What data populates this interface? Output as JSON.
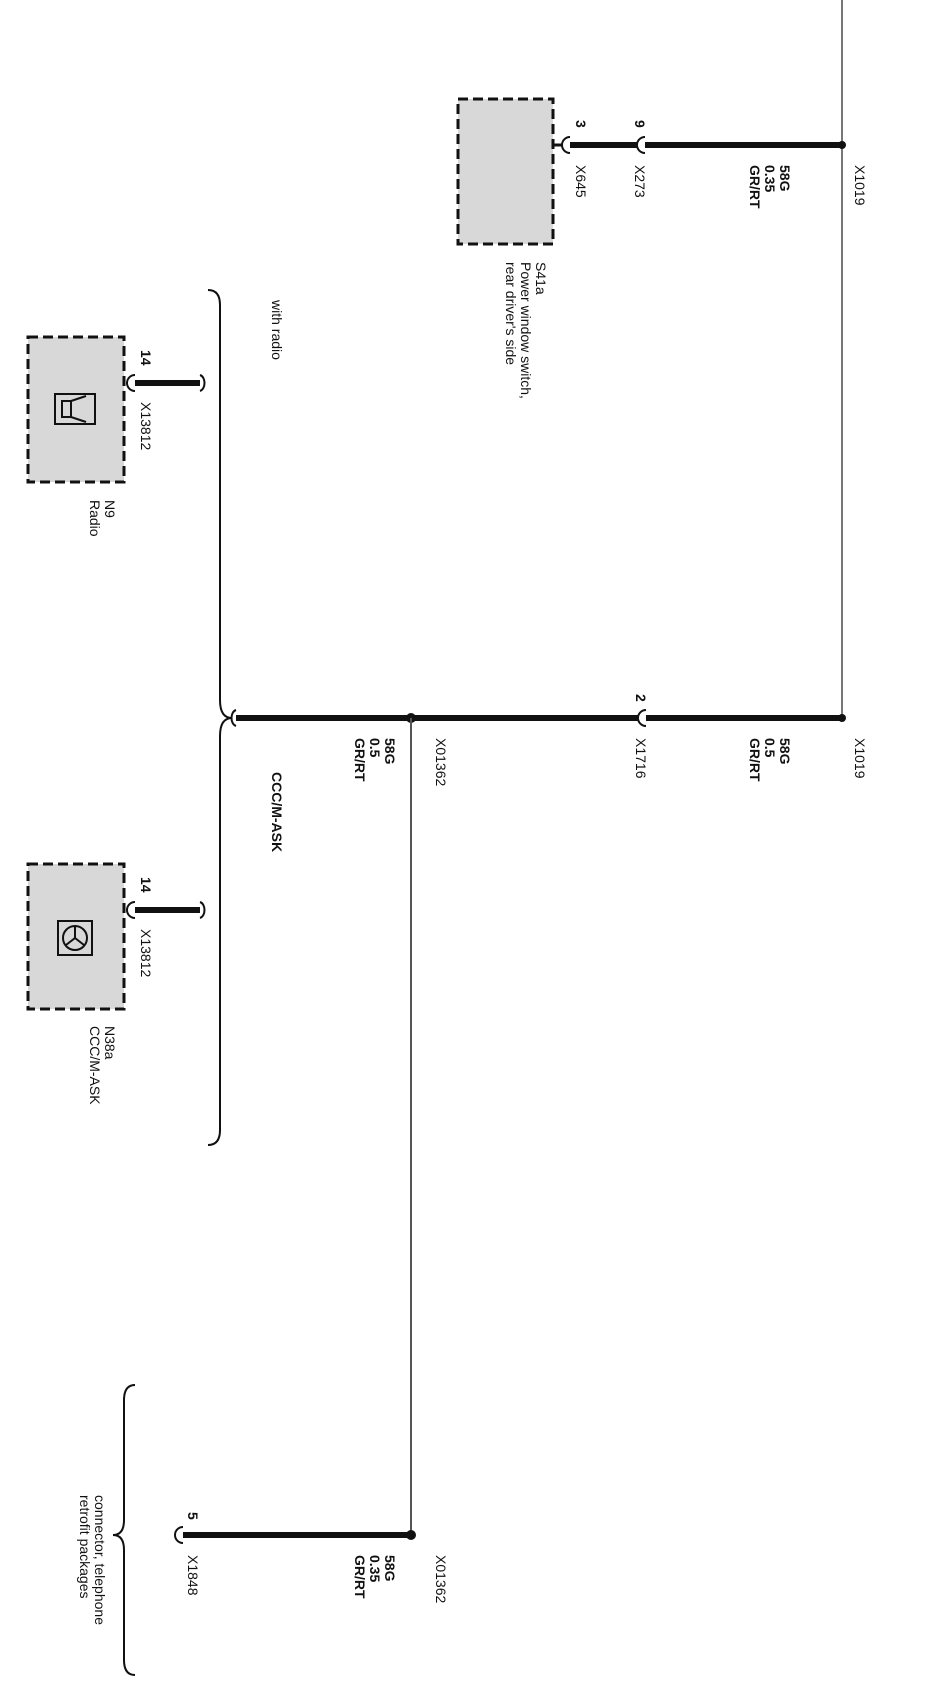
{
  "wires": {
    "top_x1019": {
      "connector": "X1019",
      "code": "58G",
      "size": "0.35",
      "color": "GR/RT"
    },
    "mid_x1019": {
      "connector": "X1019",
      "code": "58G",
      "size": "0.5",
      "color": "GR/RT"
    },
    "splice_upper": {
      "connector": "X01362",
      "code": "58G",
      "size": "0.5",
      "color": "GR/RT"
    },
    "splice_lower": {
      "connector": "X01362",
      "code": "58G",
      "size": "0.35",
      "color": "GR/RT"
    }
  },
  "connectors": {
    "x273": {
      "id": "X273",
      "pin": "9"
    },
    "x645": {
      "id": "X645",
      "pin": "3"
    },
    "x1716": {
      "id": "X1716",
      "pin": "2"
    },
    "x13812_radio": {
      "id": "X13812",
      "pin": "14"
    },
    "x13812_ccc": {
      "id": "X13812",
      "pin": "14"
    },
    "x1848": {
      "id": "X1848",
      "pin": "5"
    }
  },
  "components": {
    "s41a": {
      "id": "S41a",
      "desc_line1": "Power window switch,",
      "desc_line2": "rear driver's side"
    },
    "n9": {
      "id": "N9",
      "desc": "Radio"
    },
    "n38a": {
      "id": "N38a",
      "desc": "CCC/M-ASK"
    }
  },
  "options": {
    "with_radio": "with radio",
    "ccc": "CCC/M-ASK",
    "telephone_line1": "connector, telephone",
    "telephone_line2": "retrofit packages"
  },
  "colors": {
    "wire": "#111111",
    "component_fill": "#d8d8d8",
    "background": "#ffffff"
  }
}
